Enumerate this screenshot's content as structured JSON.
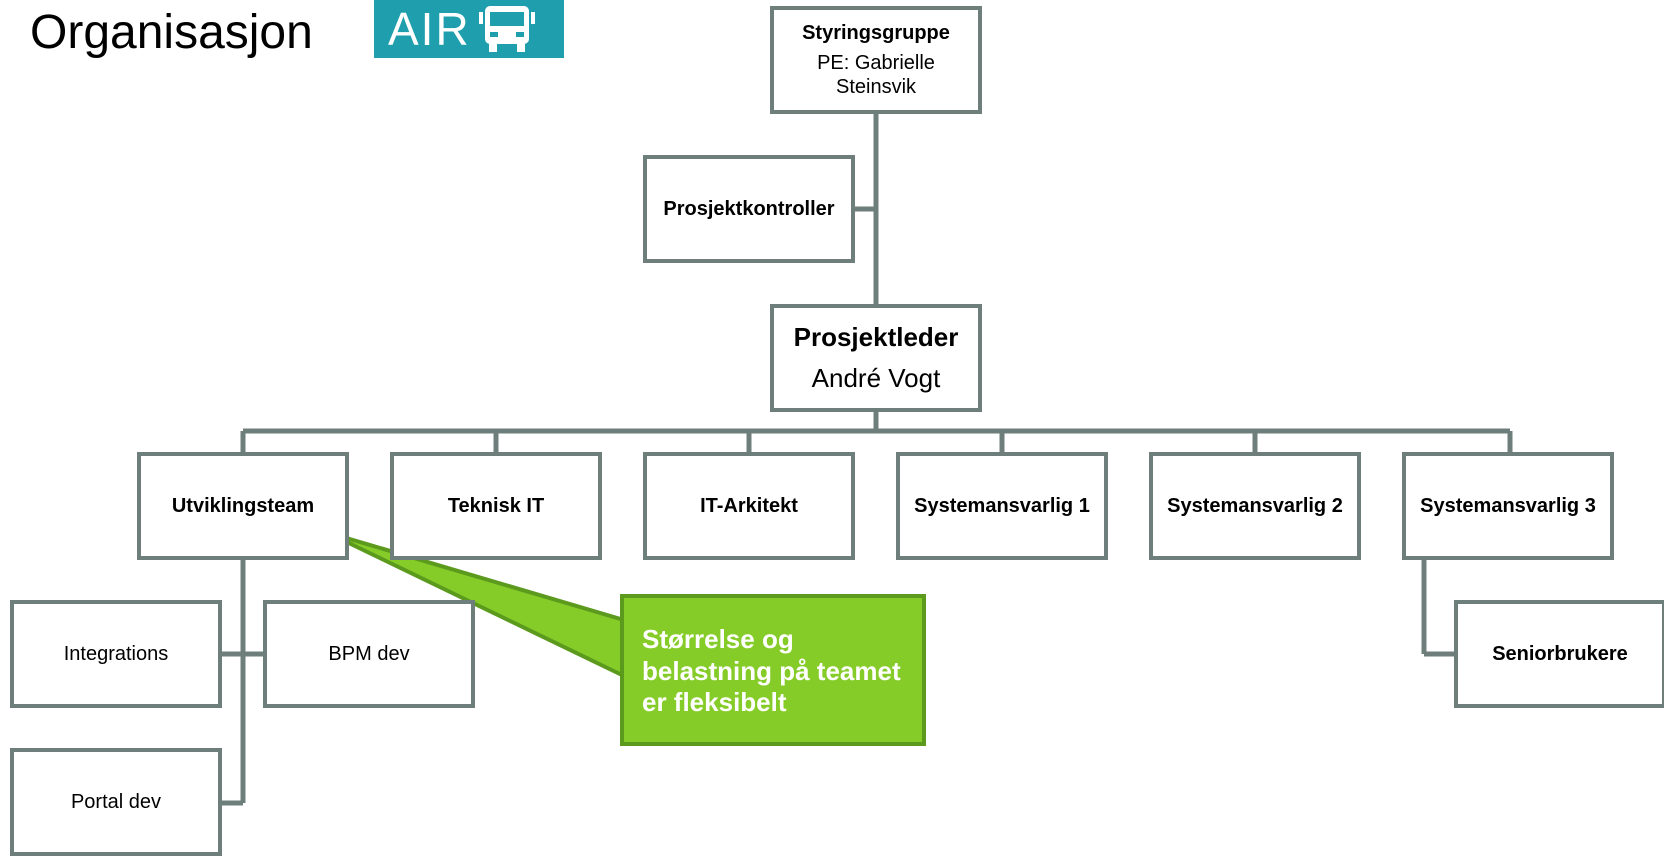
{
  "header": {
    "title": "Organisasjon",
    "logo_text": "AIR",
    "logo_icon": "bus-icon"
  },
  "nodes": {
    "styringsgruppe": {
      "title": "Styringsgruppe",
      "subtitle": "PE: Gabrielle Steinsvik"
    },
    "prosjektkontroller": {
      "title": "Prosjektkontroller"
    },
    "prosjektleder": {
      "title": "Prosjektleder",
      "subtitle": "André Vogt"
    },
    "utviklingsteam": {
      "title": "Utviklingsteam"
    },
    "teknisk_it": {
      "title": "Teknisk IT"
    },
    "it_arkitekt": {
      "title": "IT-Arkitekt"
    },
    "systemansvarlig_1": {
      "title": "Systemansvarlig 1"
    },
    "systemansvarlig_2": {
      "title": "Systemansvarlig 2"
    },
    "systemansvarlig_3": {
      "title": "Systemansvarlig 3"
    },
    "integrations": {
      "title": "Integrations"
    },
    "bpm_dev": {
      "title": "BPM dev"
    },
    "portal_dev": {
      "title": "Portal dev"
    },
    "seniorbrukere": {
      "title": "Seniorbrukere"
    }
  },
  "callout": {
    "text": "Størrelse og belastning på teamet er fleksibelt"
  },
  "colors": {
    "border": "#6e7f7b",
    "logo_bg": "#1f9fad",
    "callout_bg": "#86cc29",
    "callout_border": "#5c9a1e"
  }
}
